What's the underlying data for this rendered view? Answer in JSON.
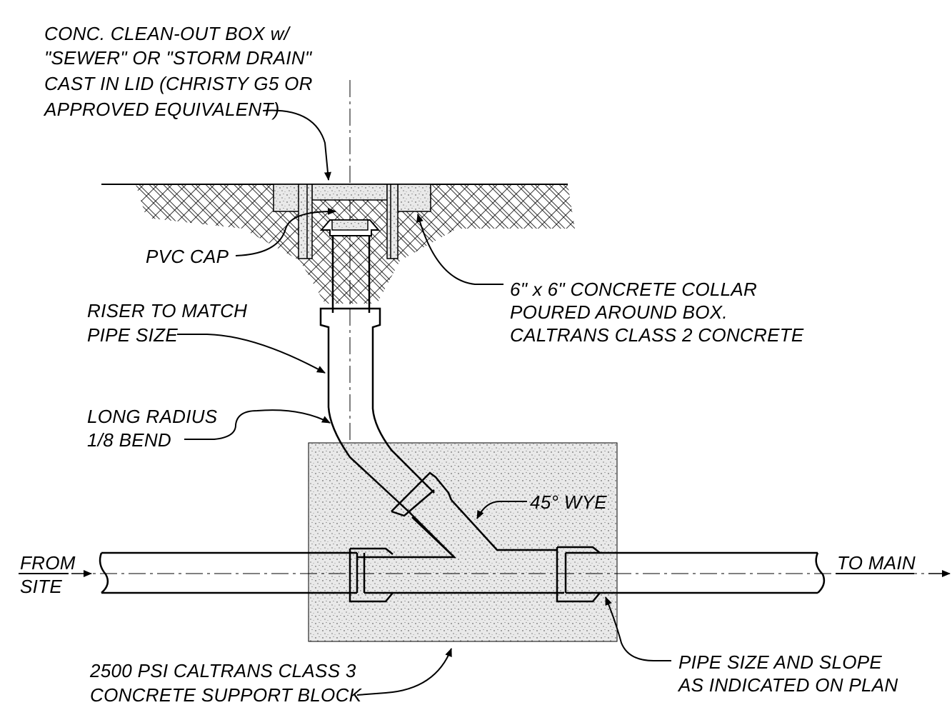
{
  "colors": {
    "line": "#000000",
    "concrete_fill": "#e9e9e9",
    "background": "#ffffff"
  },
  "labels": {
    "cleanout_box": [
      "CONC. CLEAN-OUT BOX w/",
      "\"SEWER\" OR \"STORM DRAIN\"",
      "CAST IN LID (CHRISTY G5 OR",
      "APPROVED EQUIVALENT)"
    ],
    "pvc_cap": "PVC CAP",
    "collar": [
      "6\" x 6\" CONCRETE COLLAR",
      "POURED AROUND BOX.",
      "CALTRANS CLASS 2 CONCRETE"
    ],
    "riser": [
      "RISER TO MATCH",
      "PIPE SIZE"
    ],
    "bend": [
      "LONG RADIUS",
      "1/8 BEND"
    ],
    "wye": "45° WYE",
    "from_site": [
      "FROM",
      "SITE"
    ],
    "to_main": "TO MAIN",
    "support_block": [
      "2500 PSI CALTRANS CLASS 3",
      "CONCRETE SUPPORT BLOCK"
    ],
    "pipe_size": [
      "PIPE SIZE AND SLOPE",
      "AS INDICATED ON PLAN"
    ]
  }
}
